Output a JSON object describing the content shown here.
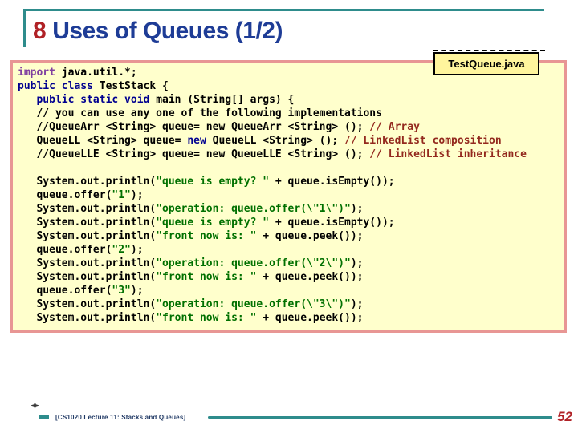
{
  "title": {
    "number": "8",
    "text": "Uses of Queues (1/2)"
  },
  "code_label": "TestQueue.java",
  "footer": {
    "course": "[CS1020 Lecture 11: Stacks and Queues]",
    "page": "52"
  },
  "icons": {
    "compass": "four-pointed-star",
    "dash": "teal-dash"
  },
  "colors": {
    "teal": "#2E8C8C",
    "title_blue": "#1E3C96",
    "title_red": "#B02126",
    "code_bg": "#FFFFCC",
    "code_border": "#E89694",
    "label_bg": "#FFF59D",
    "tok_d": "#000000",
    "tok_k": "#000090",
    "tok_i": "#8040A0",
    "tok_s": "#007000",
    "tok_c": "#93291E",
    "footer_navy": "#1F3864",
    "page_red": "#B02126"
  },
  "code": {
    "lines": [
      [
        [
          "i",
          "import"
        ],
        [
          "d",
          " java.util.*;"
        ]
      ],
      [
        [
          "k",
          "public class"
        ],
        [
          "d",
          " TestStack {"
        ]
      ],
      [
        [
          "d",
          "   "
        ],
        [
          "k",
          "public static void"
        ],
        [
          "d",
          " main (String[] args) {"
        ]
      ],
      [
        [
          "d",
          "   // you can use any one of the following implementations"
        ]
      ],
      [
        [
          "d",
          "   //QueueArr <String> queue= new QueueArr <String> (); "
        ],
        [
          "c",
          "// Array"
        ]
      ],
      [
        [
          "d",
          "   QueueLL <String> queue= "
        ],
        [
          "k",
          "new"
        ],
        [
          "d",
          " QueueLL <String> (); "
        ],
        [
          "c",
          "// LinkedList composition"
        ]
      ],
      [
        [
          "d",
          "   //QueueLLE <String> queue= new QueueLLE <String> (); "
        ],
        [
          "c",
          "// LinkedList inheritance"
        ]
      ],
      [],
      [
        [
          "d",
          "   System.out.println("
        ],
        [
          "s",
          "\"queue is empty? \""
        ],
        [
          "d",
          " + queue.isEmpty());"
        ]
      ],
      [
        [
          "d",
          "   queue.offer("
        ],
        [
          "s",
          "\"1\""
        ],
        [
          "d",
          ");"
        ]
      ],
      [
        [
          "d",
          "   System.out.println("
        ],
        [
          "s",
          "\"operation: queue.offer(\\\"1\\\")\""
        ],
        [
          "d",
          ");"
        ]
      ],
      [
        [
          "d",
          "   System.out.println("
        ],
        [
          "s",
          "\"queue is empty? \""
        ],
        [
          "d",
          " + queue.isEmpty());"
        ]
      ],
      [
        [
          "d",
          "   System.out.println("
        ],
        [
          "s",
          "\"front now is: \""
        ],
        [
          "d",
          " + queue.peek());"
        ]
      ],
      [
        [
          "d",
          "   queue.offer("
        ],
        [
          "s",
          "\"2\""
        ],
        [
          "d",
          ");"
        ]
      ],
      [
        [
          "d",
          "   System.out.println("
        ],
        [
          "s",
          "\"operation: queue.offer(\\\"2\\\")\""
        ],
        [
          "d",
          ");"
        ]
      ],
      [
        [
          "d",
          "   System.out.println("
        ],
        [
          "s",
          "\"front now is: \""
        ],
        [
          "d",
          " + queue.peek());"
        ]
      ],
      [
        [
          "d",
          "   queue.offer("
        ],
        [
          "s",
          "\"3\""
        ],
        [
          "d",
          ");"
        ]
      ],
      [
        [
          "d",
          "   System.out.println("
        ],
        [
          "s",
          "\"operation: queue.offer(\\\"3\\\")\""
        ],
        [
          "d",
          ");"
        ]
      ],
      [
        [
          "d",
          "   System.out.println("
        ],
        [
          "s",
          "\"front now is: \""
        ],
        [
          "d",
          " + queue.peek());"
        ]
      ]
    ]
  }
}
